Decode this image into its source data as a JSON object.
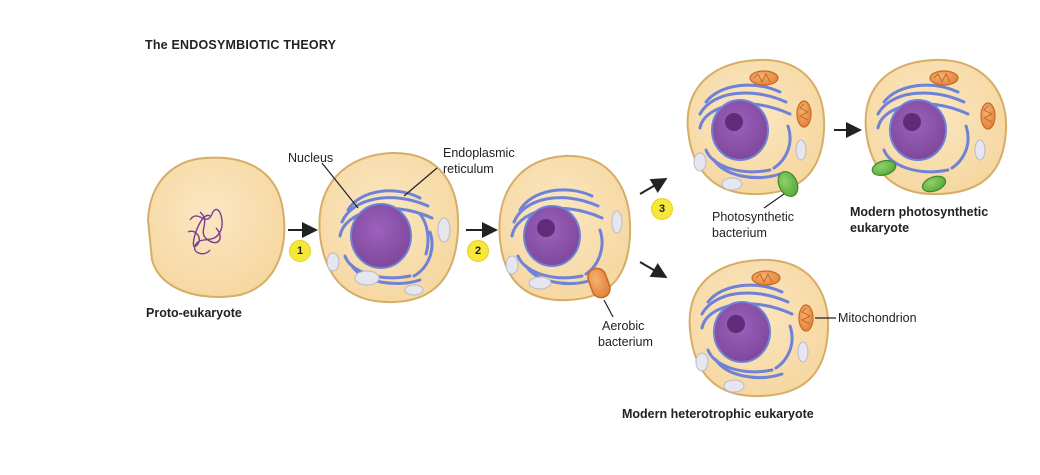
{
  "title": "The ENDOSYMBIOTIC THEORY",
  "steps": [
    "1",
    "2",
    "3"
  ],
  "labels": {
    "nucleus": "Nucleus",
    "er_line1": "Endoplasmic",
    "er_line2": "reticulum",
    "aerobic_line1": "Aerobic",
    "aerobic_line2": "bacterium",
    "photo_line1": "Photosynthetic",
    "photo_line2": "bacterium",
    "mitochondrion": "Mitochondrion"
  },
  "captions": {
    "proto": "Proto-eukaryote",
    "photo_line1": "Modern photosynthetic",
    "photo_line2": "eukaryote",
    "hetero": "Modern heterotrophic eukaryote"
  },
  "colors": {
    "cytoplasm": "#f9e0b4",
    "membrane": "#d8b06a",
    "nucleus": "#8a4fa6",
    "er": "#6f82d6",
    "mitochondrion": "#e8924a",
    "chloroplast": "#6dbb4a",
    "vacuole": "#e6e6ee",
    "step_badge": "#f6e73a"
  }
}
